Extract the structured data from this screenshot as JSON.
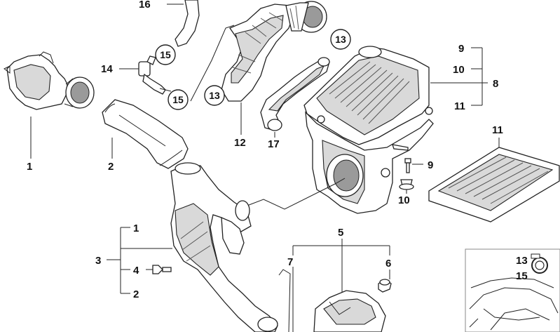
{
  "labels": {
    "l1_top": "1",
    "l2_top": "2",
    "l16": "16",
    "l15_a": "15",
    "l14": "14",
    "l15_b": "15",
    "l13_a": "13",
    "l12": "12",
    "l13_b": "13",
    "l17": "17",
    "l9_top": "9",
    "l10_top": "10",
    "l8": "8",
    "l11_top": "11",
    "l11_filter": "11",
    "l9_screw": "9",
    "l10_nut": "10",
    "l1_left": "1",
    "l3": "3",
    "l4": "4",
    "l2_left": "2",
    "l5": "5",
    "l7": "7",
    "l6": "6",
    "inset_13": "13",
    "inset_15": "15"
  }
}
